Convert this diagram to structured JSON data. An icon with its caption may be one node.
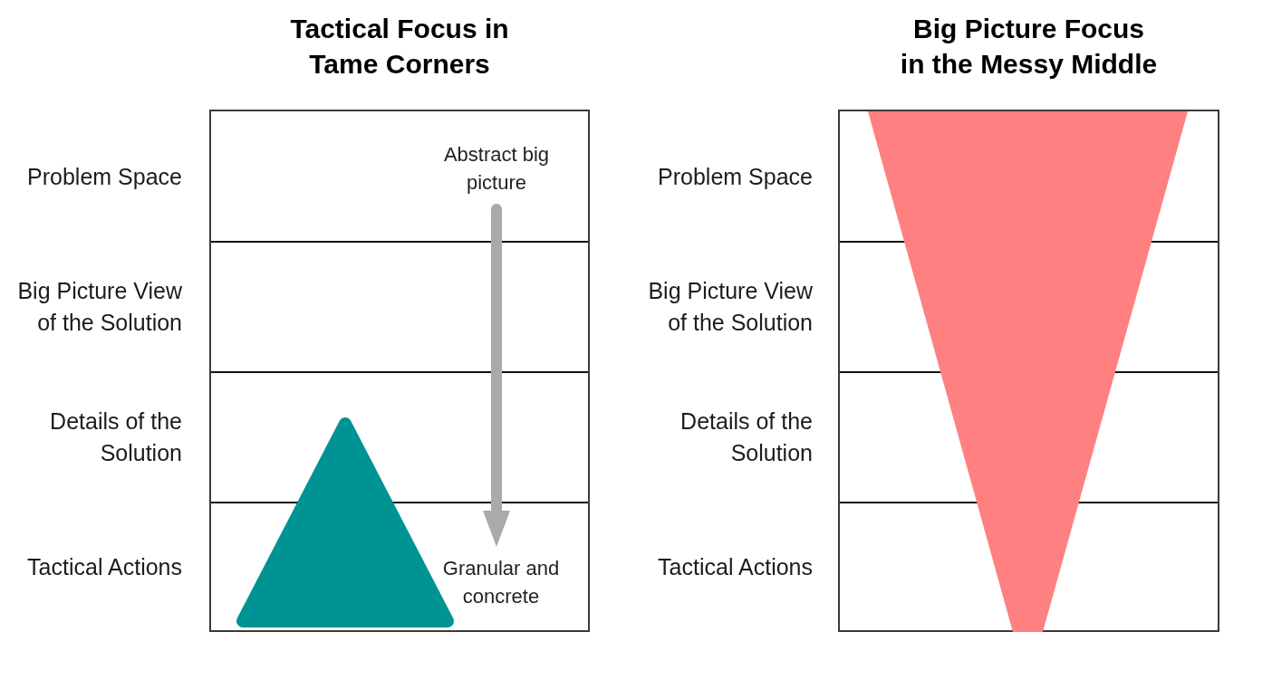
{
  "diagram": {
    "nodes": [
      {
        "text": [
          "Tactical Focus in Tame Corners"
        ]
      },
      {
        "text": [
          "Abstract big picture"
        ],
        "in": 0
      },
      {
        "text": [],
        "shape": "triangle",
        "in": 0
      },
      {
        "text": [
          "Granular and concrete"
        ],
        "in": 0
      },
      {
        "text": [
          "Big Picture Focus in the Messy Middle"
        ]
      },
      {
        "text": [],
        "shape": "triangle",
        "in": 4
      }
    ],
    "edges": [
      {
        "from": 1,
        "to": 3,
        "arrow": "to",
        "color": "#aaaaaa"
      }
    ],
    "labels": [
      "Problem Space",
      "Big Picture View of the Solution",
      "Details of the Solution",
      "Tactical Actions",
      "Problem Space",
      "Big Picture View of the Solution",
      "Details of the Solution",
      "Tactical Actions"
    ]
  }
}
